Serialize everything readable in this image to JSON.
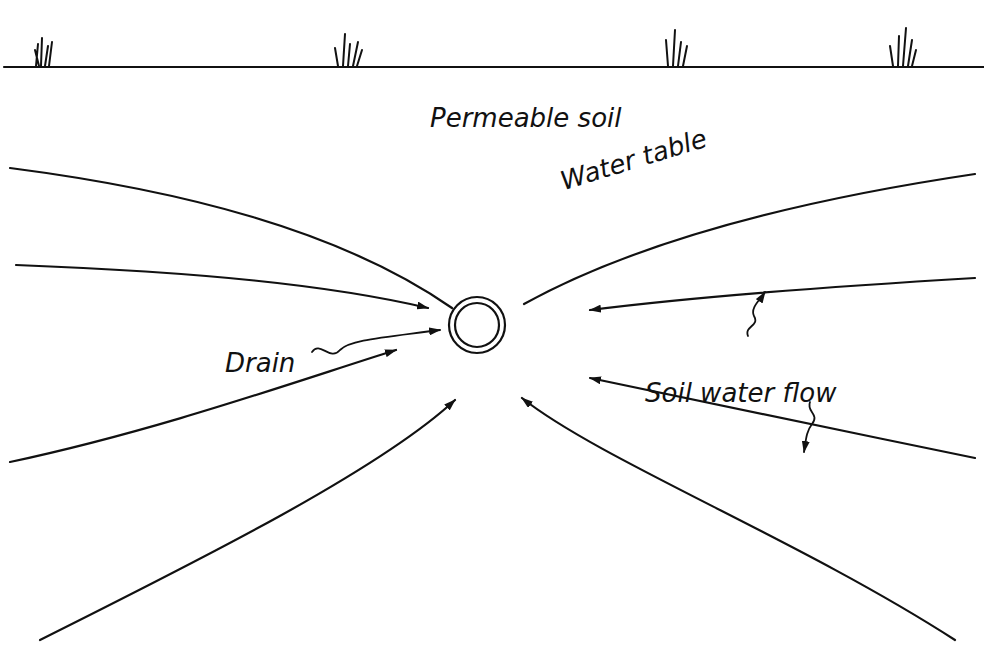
{
  "diagram": {
    "labels": [
      "Permeable soil",
      "Water table",
      "Drain",
      "Soil water flow"
    ]
  }
}
